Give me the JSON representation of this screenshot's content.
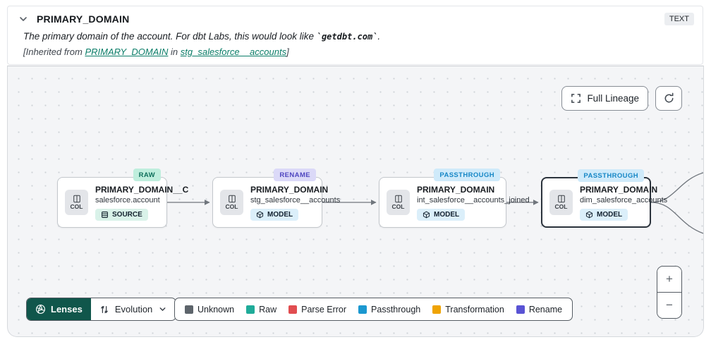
{
  "header": {
    "title": "PRIMARY_DOMAIN",
    "type_badge": "TEXT",
    "description_prefix": "The primary domain of the account. For dbt Labs, this would look like ",
    "description_code": "`getdbt.com`",
    "description_suffix": ".",
    "inherited_prefix": "[Inherited from ",
    "inherited_link_column": "PRIMARY_DOMAIN",
    "inherited_middle": " in ",
    "inherited_link_model": "stg_salesforce__accounts",
    "inherited_suffix": "]"
  },
  "canvas": {
    "controls": {
      "full_lineage_label": "Full Lineage"
    },
    "nodes": [
      {
        "badge": "RAW",
        "badge_bg": "#bfeedd",
        "badge_fg": "#0e6f5b",
        "title": "PRIMARY_DOMAIN__C",
        "subtitle": "salesforce.account",
        "resource": "SOURCE",
        "col_label": "COL",
        "selected": false
      },
      {
        "badge": "RENAME",
        "badge_bg": "#dbd9f8",
        "badge_fg": "#4f46c0",
        "title": "PRIMARY_DOMAIN",
        "subtitle": "stg_salesforce__accounts",
        "resource": "MODEL",
        "col_label": "COL",
        "selected": false
      },
      {
        "badge": "PASSTHROUGH",
        "badge_bg": "#cfeafa",
        "badge_fg": "#1787c6",
        "title": "PRIMARY_DOMAIN",
        "subtitle": "int_salesforce__accounts_joined",
        "resource": "MODEL",
        "col_label": "COL",
        "selected": false
      },
      {
        "badge": "PASSTHROUGH",
        "badge_bg": "#cfeafa",
        "badge_fg": "#1787c6",
        "title": "PRIMARY_DOMAIN",
        "subtitle": "dim_salesforce_accounts",
        "resource": "MODEL",
        "col_label": "COL",
        "selected": true
      }
    ],
    "lenses": {
      "button_label": "Lenses",
      "selected_lens": "Evolution",
      "button_bg": "#10564b"
    },
    "legend": [
      {
        "label": "Unknown",
        "color": "#5d646b"
      },
      {
        "label": "Raw",
        "color": "#1fab99"
      },
      {
        "label": "Parse Error",
        "color": "#e14d50"
      },
      {
        "label": "Passthrough",
        "color": "#1b98d0"
      },
      {
        "label": "Transformation",
        "color": "#efa302"
      },
      {
        "label": "Rename",
        "color": "#5953d4"
      }
    ],
    "zoom": {
      "in_label": "+",
      "out_label": "−"
    }
  }
}
